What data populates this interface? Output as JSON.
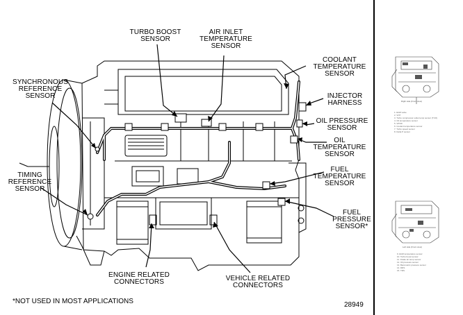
{
  "labels": {
    "turbo_boost": [
      "TURBO BOOST",
      "SENSOR"
    ],
    "air_inlet": [
      "AIR INLET",
      "TEMPERATURE",
      "SENSOR"
    ],
    "coolant": [
      "COOLANT",
      "TEMPERATURE",
      "SENSOR"
    ],
    "injector": [
      "INJECTOR",
      "HARNESS"
    ],
    "oil_pressure": [
      "OIL PRESSURE",
      "SENSOR"
    ],
    "oil_temp": [
      "OIL",
      "TEMPERATURE",
      "SENSOR"
    ],
    "fuel_temp": [
      "FUEL",
      "TEMPERATURE",
      "SENSOR"
    ],
    "fuel_pressure": [
      "FUEL",
      "PRESSURE",
      "SENSOR*"
    ],
    "synchronous": [
      "SYNCHRONOUS",
      "REFERENCE",
      "SENSOR"
    ],
    "timing": [
      "TIMING",
      "REFERENCE",
      "SENSOR"
    ],
    "engine_conn": [
      "ENGINE RELATED",
      "CONNECTORS"
    ],
    "vehicle_conn": [
      "VEHICLE RELATED",
      "CONNECTORS"
    ]
  },
  "footnote": "*NOT USED IN MOST APPLICATIONS",
  "figure_number": "28949",
  "side_panel": {
    "top_caption": "Right side (Front view)",
    "top_list": [
      "1. EGR valve",
      "2. VNT",
      "3. Turbo compressor outlet temp sensor (TCO)",
      "4. Oil temperature sensor",
      "5. VPOD",
      "6. Coolant temperature sensor",
      "7. Turbo speed sensor",
      "8. Delta P sensor"
    ],
    "bottom_caption": "Left side (Front view)",
    "bottom_list": [
      "9. EGR temperature sensor",
      "10. Turbo boost sensor",
      "11. Intake air temp sensor",
      "12. Oil pressure sensor",
      "13. Barometric pressure sensor",
      "14. DRS",
      "15. TRS"
    ]
  }
}
